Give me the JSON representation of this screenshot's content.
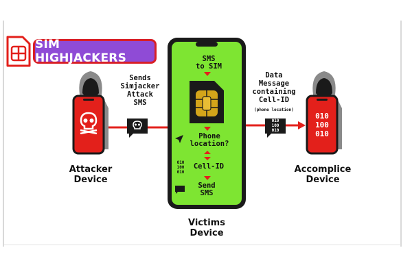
{
  "title": {
    "text": "SIM HIGHJACKERS"
  },
  "attacker": {
    "label": "Attacker\nDevice",
    "action": "Sends\nSimjacker\nAttack\nSMS"
  },
  "victim": {
    "label": "Victims\nDevice",
    "steps": {
      "sms_to_sim": "SMS\nto SIM",
      "phone_location": "Phone\nlocation?",
      "cell_id": "Cell-ID",
      "send_sms": "Send\nSMS"
    },
    "binary_small": "010\n100\n010"
  },
  "message": {
    "label": "Data\nMessage\ncontaining\nCell-ID",
    "note": "(phone location)",
    "bubble_binary": "010\n100\n010"
  },
  "accomplice": {
    "label": "Accomplice\nDevice",
    "screen_binary": "010\n100\n010"
  },
  "colors": {
    "red": "#e3201b",
    "green": "#7ee532",
    "purple": "#8f4bd6",
    "dark": "#1a1a1a"
  },
  "icons": {
    "sim_logo": "sim-card-icon",
    "skull": "skull-icon",
    "hacker": "hooded-hacker-icon",
    "location": "location-arrow-icon",
    "chat": "chat-bubble-icon",
    "sim_chip": "sim-chip-icon"
  }
}
